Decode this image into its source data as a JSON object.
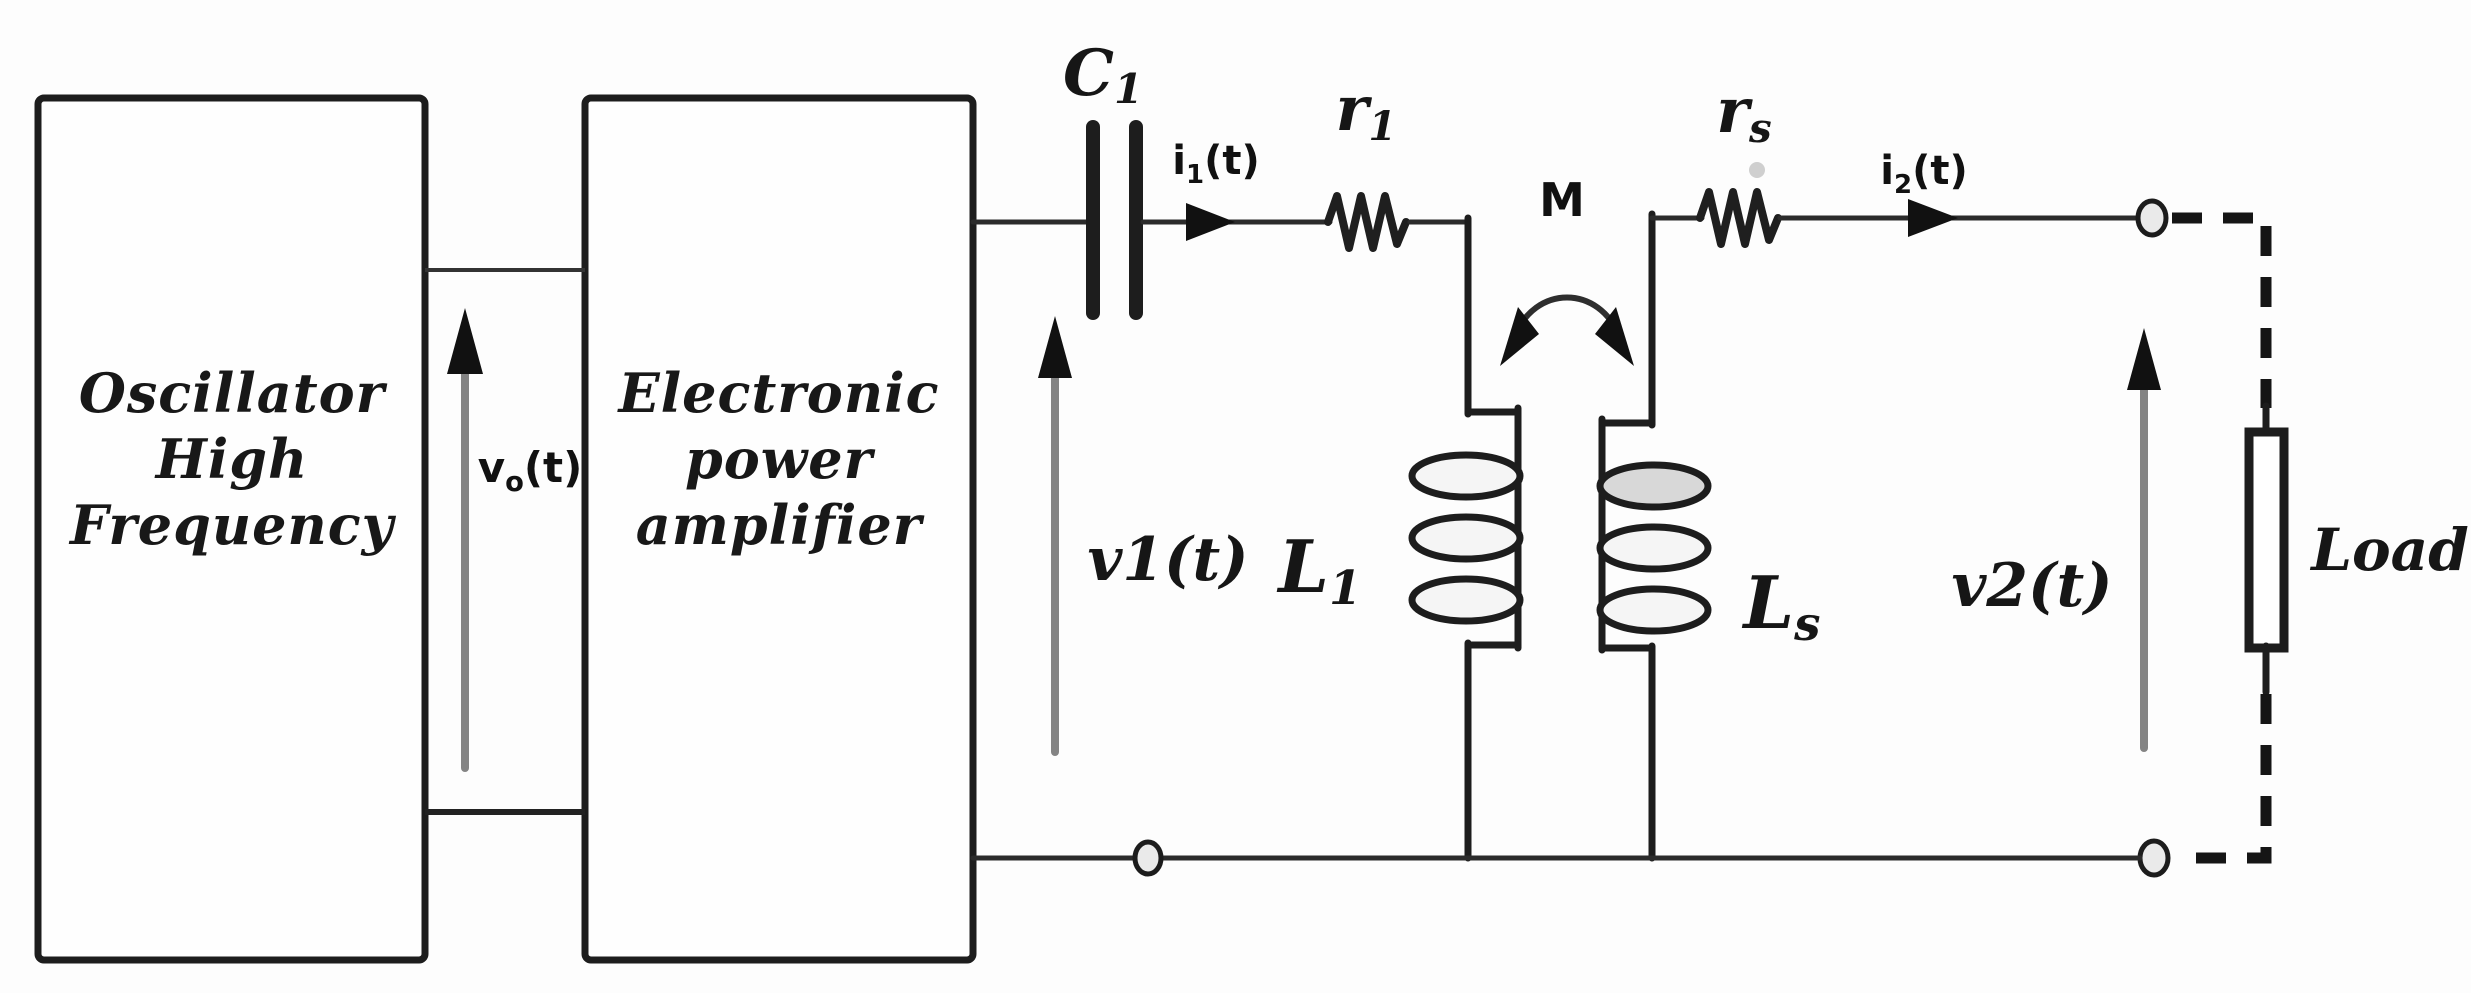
{
  "blocks": {
    "oscillator": {
      "line1": "Oscillator",
      "line2": "High",
      "line3": "Frequency"
    },
    "amplifier": {
      "line1": "Electronic",
      "line2": "power",
      "line3": "amplifier"
    }
  },
  "labels": {
    "v0": {
      "base": "v",
      "sub": "o",
      "rest": "(t)"
    },
    "c1": {
      "base": "C",
      "sub": "1"
    },
    "i1": {
      "base": "i",
      "sub": "1",
      "rest": "(t)"
    },
    "r1": {
      "base": "r",
      "sub": "1"
    },
    "m": "M",
    "rs": {
      "base": "r",
      "sub": "s"
    },
    "i2": {
      "base": "i",
      "sub": "2",
      "rest": "(t)"
    },
    "l1": {
      "base": "L",
      "sub": "1"
    },
    "ls": {
      "base": "L",
      "sub": "s"
    },
    "v1": "v1(t)",
    "v2": "v2(t)",
    "load": "Load"
  },
  "colors": {
    "ink": "#1d1d1d",
    "wire": "#2b2b2b",
    "arrow_shaft": "#848484",
    "node_fill": "#eaeaea",
    "background": "#fdfdfd"
  }
}
